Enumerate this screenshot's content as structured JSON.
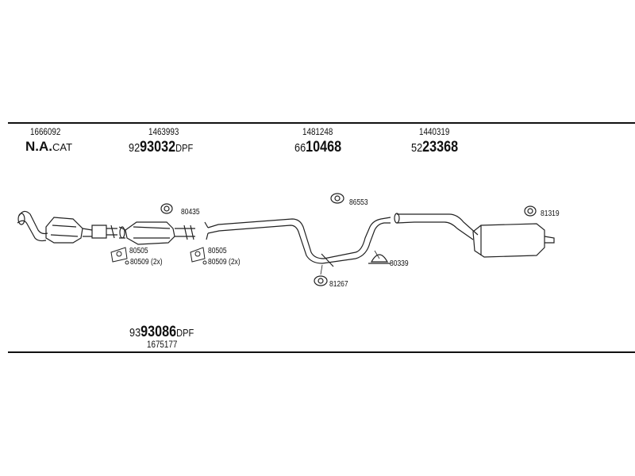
{
  "segments": [
    {
      "id": "front",
      "oe": "1666092",
      "main": "N.A.",
      "suffix": "CAT"
    },
    {
      "id": "dpf",
      "oe": "1463993",
      "prefix": "92",
      "main": "93032",
      "suffix": "DPF"
    },
    {
      "id": "mid",
      "oe": "1481248",
      "prefix": "66",
      "main": "10468",
      "suffix": ""
    },
    {
      "id": "rear",
      "oe": "1440319",
      "prefix": "52",
      "main": "23368",
      "suffix": ""
    }
  ],
  "alt_dpf": {
    "prefix": "93",
    "main": "93086",
    "suffix": "DPF",
    "oe": "1675177"
  },
  "parts": {
    "p80435": "80435",
    "p80505a": "80505",
    "p80509a": "80509 (2x)",
    "p80505b": "80505",
    "p80509b": "80509 (2x)",
    "p86553": "86553",
    "p80339": "80339",
    "p81267": "81267",
    "p81319": "81319"
  }
}
